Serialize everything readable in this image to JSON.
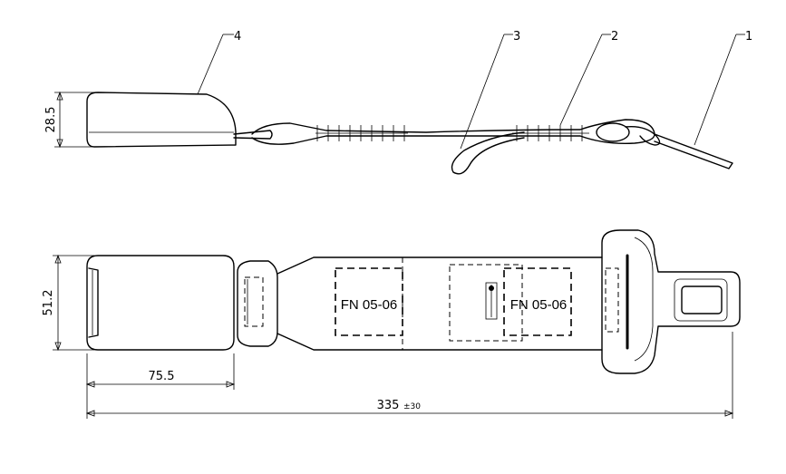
{
  "callouts": [
    "1",
    "2",
    "3",
    "4"
  ],
  "dimensions": {
    "height_side": "28.5",
    "height_top": "51.2",
    "buckle_length": "75.5",
    "overall_length": "335",
    "overall_tolerance": "±30"
  },
  "markings": {
    "label_left": "FN 05-06",
    "label_right": "FN 05-06"
  }
}
